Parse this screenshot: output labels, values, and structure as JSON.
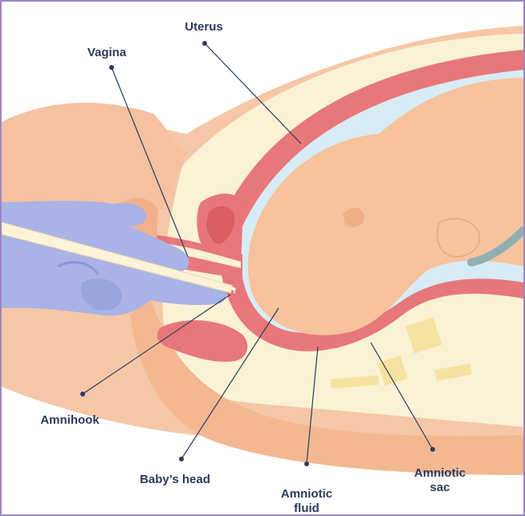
{
  "labels": {
    "uterus": "Uterus",
    "vagina": "Vagina",
    "amnihook": "Amnihook",
    "babys_head": "Baby’s head",
    "amniotic_fluid_line1": "Amniotic",
    "amniotic_fluid_line2": "fluid",
    "amniotic_sac_line1": "Amniotic",
    "amniotic_sac_line2": "sac"
  },
  "colors": {
    "frame": "#9b86c2",
    "skin": "#f6c7a6",
    "skin_light": "#f9d8bf",
    "uterus_wall": "#e8777a",
    "fat": "#fbf2d6",
    "fluid": "#d7ecf5",
    "baby": "#f6c39c",
    "glove": "#a9b3e6",
    "hook": "#fdf3d8",
    "label_text": "#2e3a5c",
    "leader": "#2e3a5c"
  }
}
